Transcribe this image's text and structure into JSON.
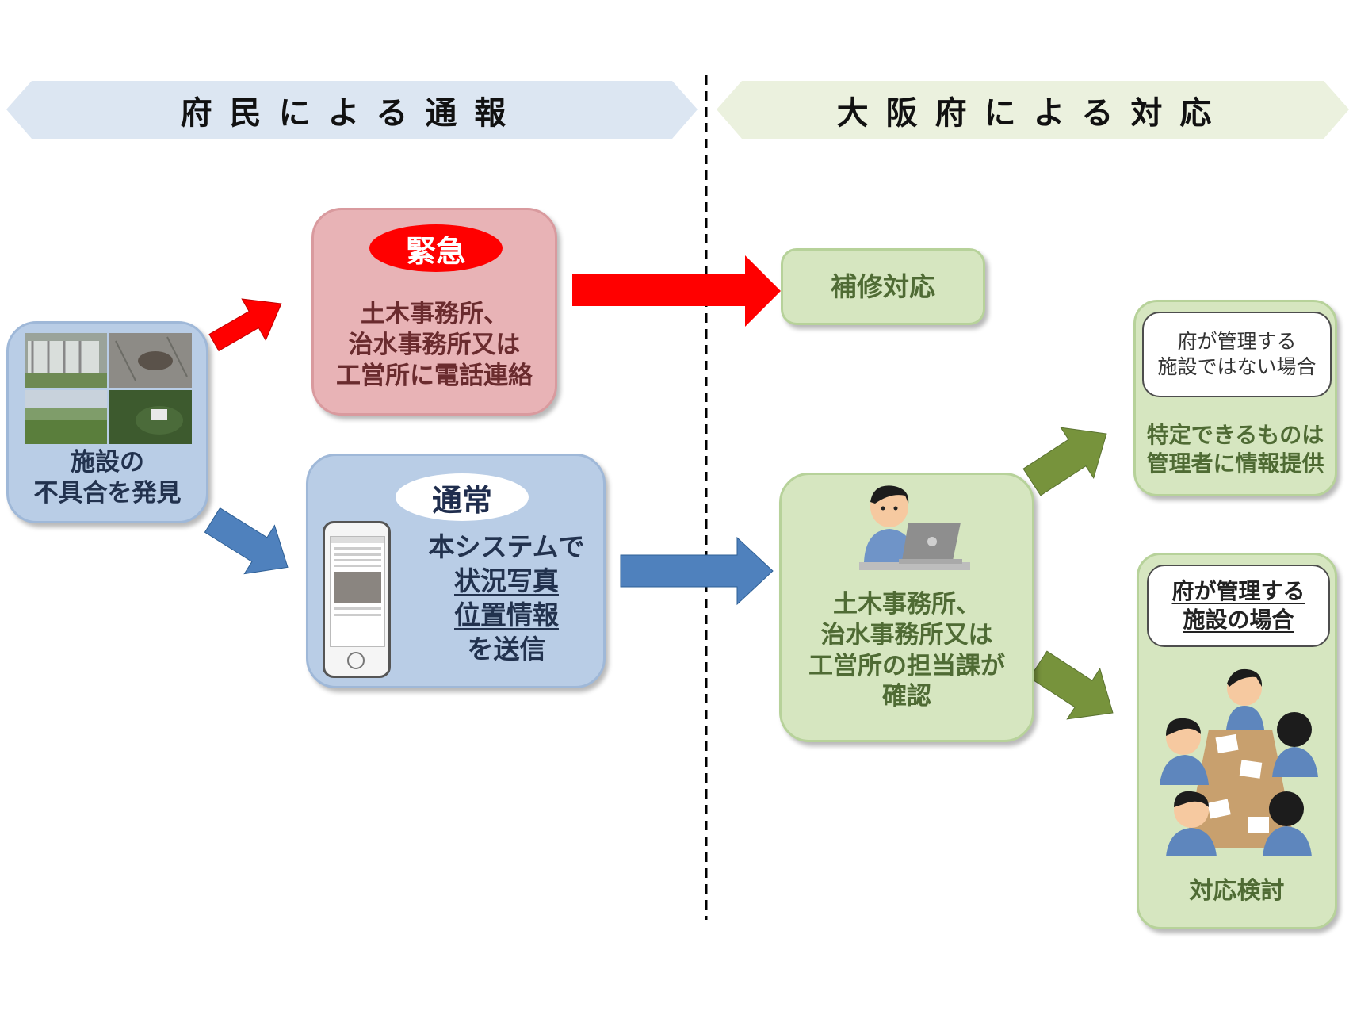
{
  "header": {
    "left_title": "府民による通報",
    "right_title": "大阪府による対応",
    "left_color": "#dce6f2",
    "right_color": "#ebf1de"
  },
  "citizen": {
    "discover_label": [
      "施設の",
      "不具合を発見"
    ]
  },
  "emergency": {
    "badge": "緊急",
    "text": [
      "土木事務所、",
      "治水事務所又は",
      "工営所に電話連絡"
    ],
    "arrow_color": "#ff0000"
  },
  "normal": {
    "badge": "通常",
    "text_plain_1": "本システムで",
    "text_ul_1": "状況写真",
    "text_ul_2": "位置情報",
    "text_plain_2": "を送信",
    "arrow_color": "#4f81bd"
  },
  "repair": {
    "label": "補修対応"
  },
  "office_confirm": {
    "text": [
      "土木事務所、",
      "治水事務所又は",
      "工営所の担当課が",
      "確認"
    ]
  },
  "not_managed": {
    "heading": [
      "府が管理する",
      "施設ではない場合"
    ],
    "text": [
      "特定できるものは",
      "管理者に情報提供"
    ]
  },
  "managed": {
    "heading": [
      "府が管理する",
      "施設の場合"
    ],
    "caption": "対応検討"
  },
  "colors": {
    "green_arrow": "#77933c",
    "emergency_badge": "#ff0000",
    "divider": "#000000"
  }
}
